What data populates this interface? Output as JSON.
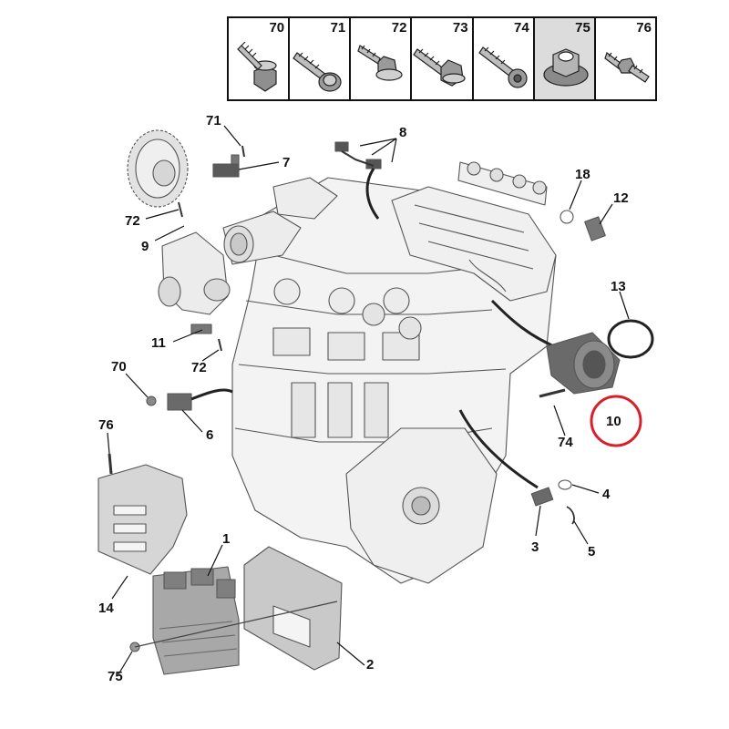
{
  "legend": {
    "items": [
      {
        "num": "70",
        "shape": "screw-washer-hex-icon"
      },
      {
        "num": "71",
        "shape": "screw-flange-icon"
      },
      {
        "num": "72",
        "shape": "screw-hex-flange-icon"
      },
      {
        "num": "73",
        "shape": "screw-hex-long-icon"
      },
      {
        "num": "74",
        "shape": "screw-round-head-icon"
      },
      {
        "num": "75",
        "shape": "flange-nut-icon"
      },
      {
        "num": "76",
        "shape": "stud-icon"
      }
    ]
  },
  "callouts": [
    {
      "id": "71",
      "text": "71"
    },
    {
      "id": "7",
      "text": "7"
    },
    {
      "id": "8",
      "text": "8"
    },
    {
      "id": "18",
      "text": "18"
    },
    {
      "id": "12",
      "text": "12"
    },
    {
      "id": "72a",
      "text": "72"
    },
    {
      "id": "9",
      "text": "9"
    },
    {
      "id": "13",
      "text": "13"
    },
    {
      "id": "11",
      "text": "11"
    },
    {
      "id": "72b",
      "text": "72"
    },
    {
      "id": "70",
      "text": "70"
    },
    {
      "id": "10",
      "text": "10"
    },
    {
      "id": "74",
      "text": "74"
    },
    {
      "id": "6",
      "text": "6"
    },
    {
      "id": "76",
      "text": "76"
    },
    {
      "id": "4",
      "text": "4"
    },
    {
      "id": "3",
      "text": "3"
    },
    {
      "id": "5",
      "text": "5"
    },
    {
      "id": "1",
      "text": "1"
    },
    {
      "id": "14",
      "text": "14"
    },
    {
      "id": "2",
      "text": "2"
    },
    {
      "id": "75",
      "text": "75"
    }
  ],
  "highlight": {
    "callout": "10",
    "color": "#d9202a"
  }
}
